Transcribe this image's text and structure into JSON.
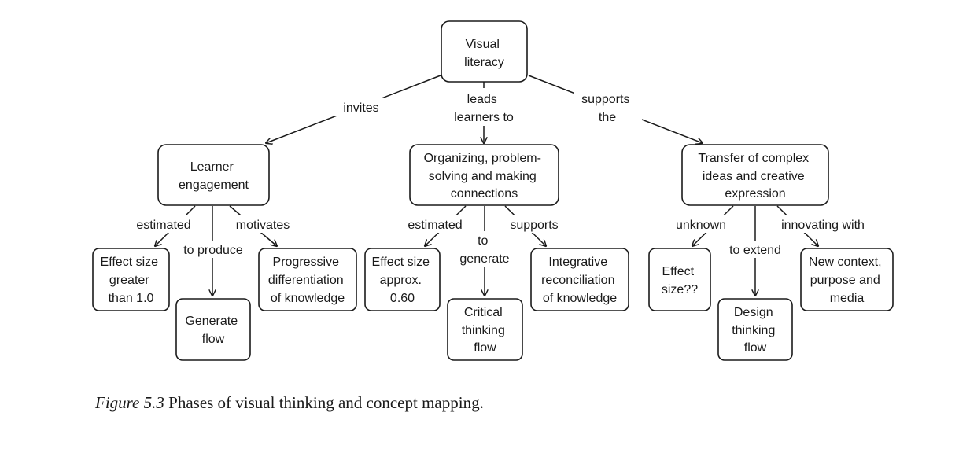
{
  "nodes": {
    "root": [
      "Visual",
      "literacy"
    ],
    "engagement": [
      "Learner",
      "engagement"
    ],
    "organizing": [
      "Organizing, problem-",
      "solving and making",
      "connections"
    ],
    "transfer": [
      "Transfer of complex",
      "ideas and creative",
      "expression"
    ],
    "effect_greater": [
      "Effect size",
      "greater",
      "than 1.0"
    ],
    "generate_flow": [
      "Generate",
      "flow"
    ],
    "progressive": [
      "Progressive",
      "differentiation",
      "of knowledge"
    ],
    "effect_060": [
      "Effect size",
      "approx.",
      "0.60"
    ],
    "critical": [
      "Critical",
      "thinking",
      "flow"
    ],
    "integrative": [
      "Integrative",
      "reconciliation",
      "of knowledge"
    ],
    "effect_unknown": [
      "Effect",
      "size??"
    ],
    "design": [
      "Design",
      "thinking",
      "flow"
    ],
    "new_context": [
      "New context,",
      "purpose and",
      "media"
    ]
  },
  "edges": {
    "invites": [
      "invites"
    ],
    "leads": [
      "leads",
      "learners to"
    ],
    "supports_the": [
      "supports",
      "the"
    ],
    "estimated_1": [
      "estimated"
    ],
    "to_produce": [
      "to produce"
    ],
    "motivates": [
      "motivates"
    ],
    "estimated_2": [
      "estimated"
    ],
    "to_generate": [
      "to",
      "generate"
    ],
    "supports": [
      "supports"
    ],
    "unknown": [
      "unknown"
    ],
    "to_extend": [
      "to extend"
    ],
    "innovating": [
      "innovating with"
    ]
  },
  "caption": {
    "label": "Figure 5.3",
    "text": "Phases of visual thinking and concept mapping."
  }
}
